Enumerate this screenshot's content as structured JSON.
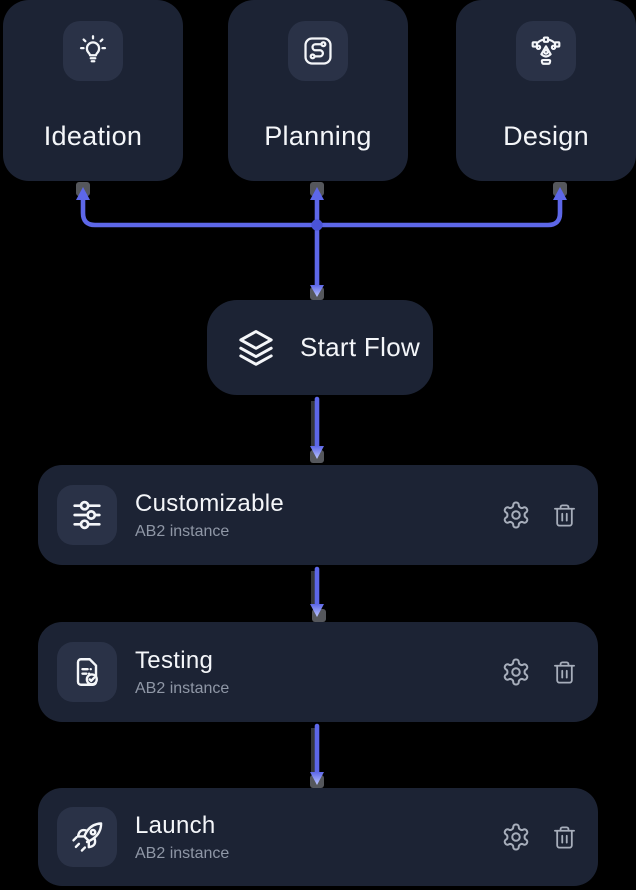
{
  "colors": {
    "background": "#000000",
    "card": "#1c2334",
    "icon_tile": "#2a3247",
    "connector_line": "#5d67e8",
    "junction_dot": "#4a53d6",
    "title_text": "#f4f6f9",
    "subtitle_text": "#8f97a6",
    "action_icon": "#a7aebb"
  },
  "top_cards": [
    {
      "label": "Ideation",
      "icon": "lightbulb-icon"
    },
    {
      "label": "Planning",
      "icon": "route-icon"
    },
    {
      "label": "Design",
      "icon": "pen-tool-icon"
    }
  ],
  "start_node": {
    "label": "Start Flow",
    "icon": "layers-icon"
  },
  "flow_cards": [
    {
      "title": "Customizable",
      "subtitle": "AB2 instance",
      "icon": "sliders-icon",
      "actions": [
        "settings",
        "delete"
      ]
    },
    {
      "title": "Testing",
      "subtitle": "AB2 instance",
      "icon": "document-check-icon",
      "actions": [
        "settings",
        "delete"
      ]
    },
    {
      "title": "Launch",
      "subtitle": "AB2 instance",
      "icon": "rocket-icon",
      "actions": [
        "settings",
        "delete"
      ]
    }
  ]
}
